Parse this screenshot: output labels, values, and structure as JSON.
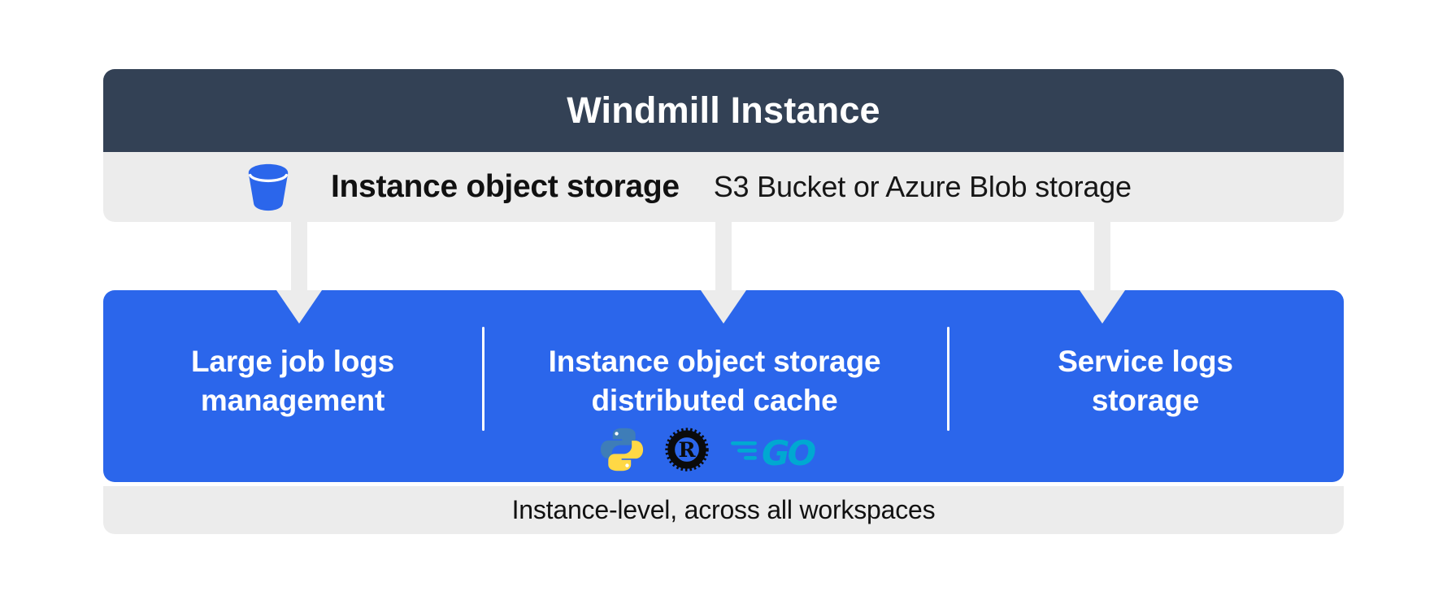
{
  "header": {
    "title": "Windmill Instance"
  },
  "storage_bar": {
    "icon": "bucket-icon",
    "title": "Instance object storage",
    "subtitle": "S3 Bucket or Azure Blob storage"
  },
  "sections": [
    {
      "lines": [
        "Large job logs",
        "management"
      ]
    },
    {
      "lines": [
        "Instance object storage",
        "distributed cache"
      ],
      "icons": [
        "python-icon",
        "rust-icon",
        "go-icon"
      ]
    },
    {
      "lines": [
        "Service logs",
        "storage"
      ]
    }
  ],
  "footer": {
    "text": "Instance-level, across all workspaces"
  },
  "colors": {
    "header_bg": "#334155",
    "bar_bg": "#ececec",
    "accent_blue": "#2b66eb",
    "arrow_gray": "#ececec",
    "text_dark": "#111111",
    "text_light": "#ffffff",
    "python_blue": "#3E7DB8",
    "python_yellow": "#FFD845",
    "rust_black": "#0b0b0b",
    "go_teal": "#00A9D1"
  }
}
